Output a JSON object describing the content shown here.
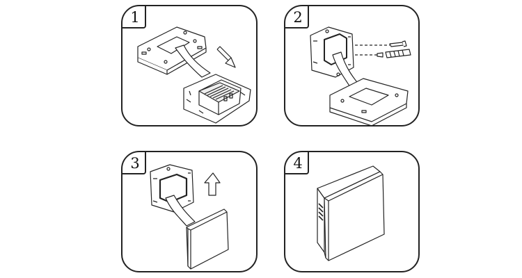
{
  "steps": [
    {
      "number": "1"
    },
    {
      "number": "2"
    },
    {
      "number": "3"
    },
    {
      "number": "4"
    }
  ],
  "colors": {
    "line": "#222222",
    "fill": "#ffffff",
    "shade": "#dddddd"
  }
}
